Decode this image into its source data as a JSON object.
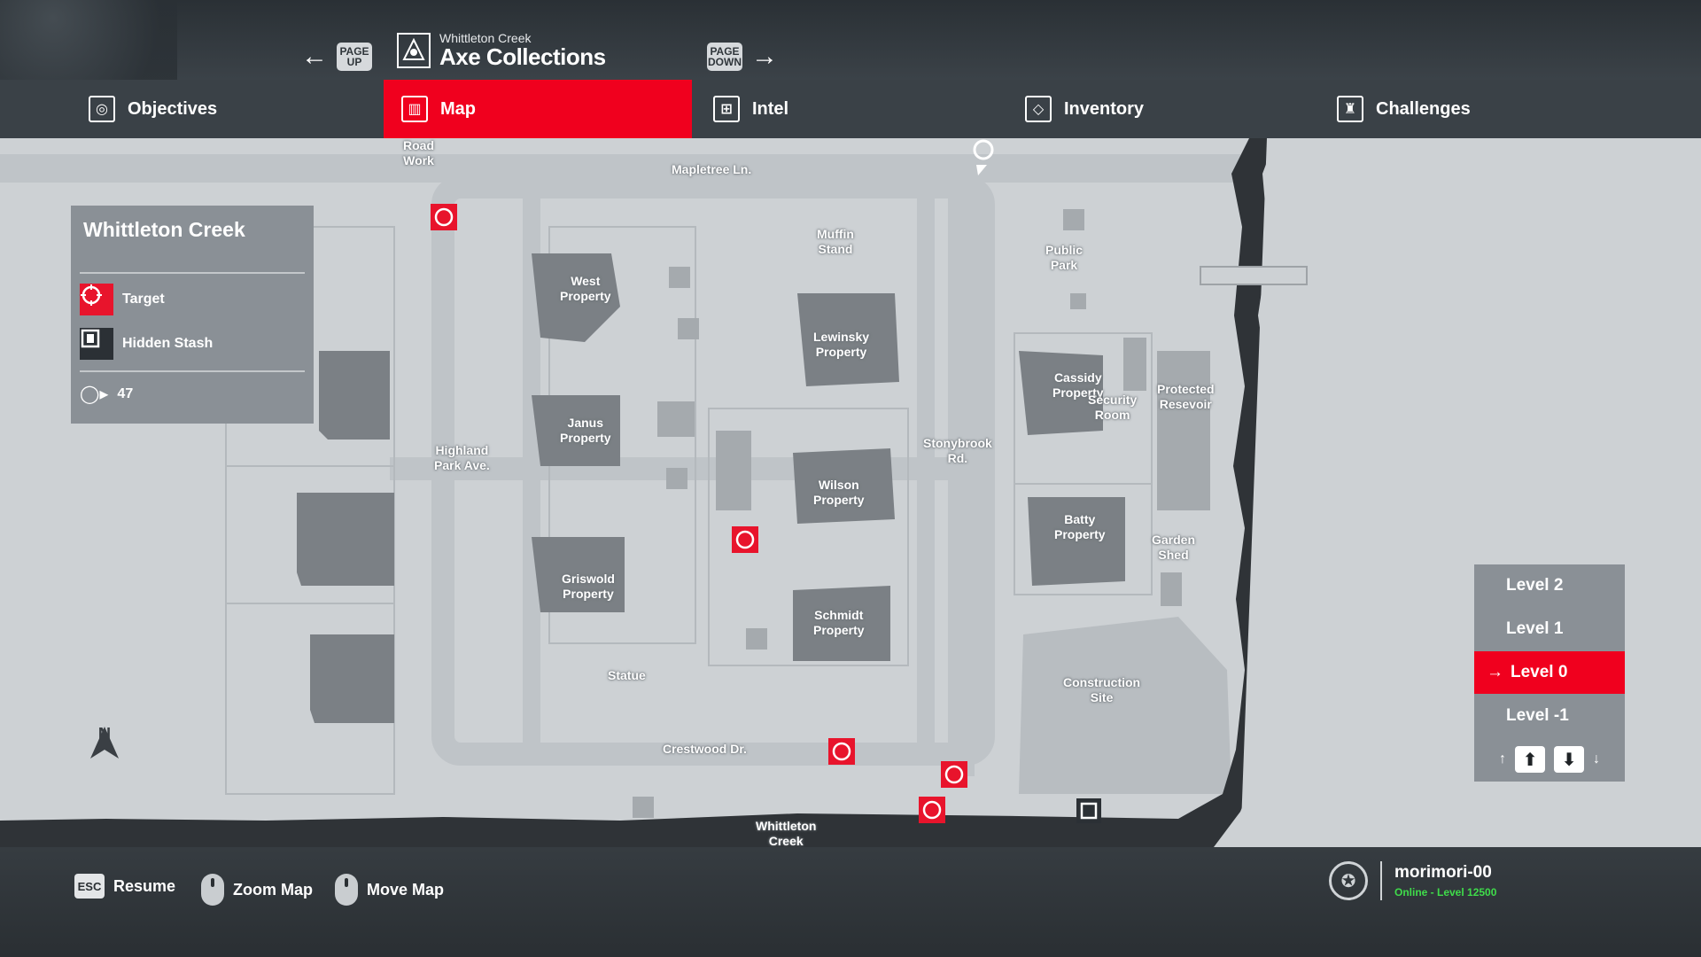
{
  "header": {
    "prev_key": "PAGE UP",
    "next_key": "PAGE DOWN",
    "location": "Whittleton Creek",
    "contract_title": "Axe Collections"
  },
  "tabs": [
    {
      "label": "Objectives",
      "icon": "target-ring-icon",
      "active": false
    },
    {
      "label": "Map",
      "icon": "map-icon",
      "active": true
    },
    {
      "label": "Intel",
      "icon": "intel-icon",
      "active": false
    },
    {
      "label": "Inventory",
      "icon": "box-icon",
      "active": false
    },
    {
      "label": "Challenges",
      "icon": "trophy-icon",
      "active": false
    }
  ],
  "legend": {
    "title": "Whittleton Creek",
    "target_label": "Target",
    "stash_label": "Hidden Stash",
    "player_label": "47"
  },
  "map_labels": {
    "road_work": "Road\nWork",
    "mapletree": "Mapletree Ln.",
    "muffin_stand": "Muffin\nStand",
    "public_park": "Public\nPark",
    "west_property": "West\nProperty",
    "lewinsky_property": "Lewinsky\nProperty",
    "cassidy_property": "Cassidy\nProperty",
    "security_room": "Security\nRoom",
    "protected_reservoir": "Protected\nResevoir",
    "janus_property": "Janus\nProperty",
    "highland_park": "Highland\nPark Ave.",
    "stonybrook": "Stonybrook\nRd.",
    "wilson_property": "Wilson\nProperty",
    "batty_property": "Batty\nProperty",
    "garden_shed": "Garden\nShed",
    "griswold_property": "Griswold\nProperty",
    "schmidt_property": "Schmidt\nProperty",
    "statue": "Statue",
    "construction_site": "Construction\nSite",
    "crestwood": "Crestwood Dr.",
    "whittleton_creek": "Whittleton\nCreek",
    "compass_north": "N"
  },
  "levels": {
    "items": [
      "Level 2",
      "Level 1",
      "Level 0",
      "Level -1"
    ],
    "active": "Level 0"
  },
  "footer": {
    "esc_key": "ESC",
    "resume": "Resume",
    "zoom_map": "Zoom Map",
    "move_map": "Move Map"
  },
  "profile": {
    "username": "morimori-00",
    "status": "Online - Level 12500"
  },
  "colors": {
    "accent_red": "#f0001e",
    "online_green": "#3fdc4a",
    "map_bg": "#cdd1d4",
    "building": "#7b8085"
  }
}
